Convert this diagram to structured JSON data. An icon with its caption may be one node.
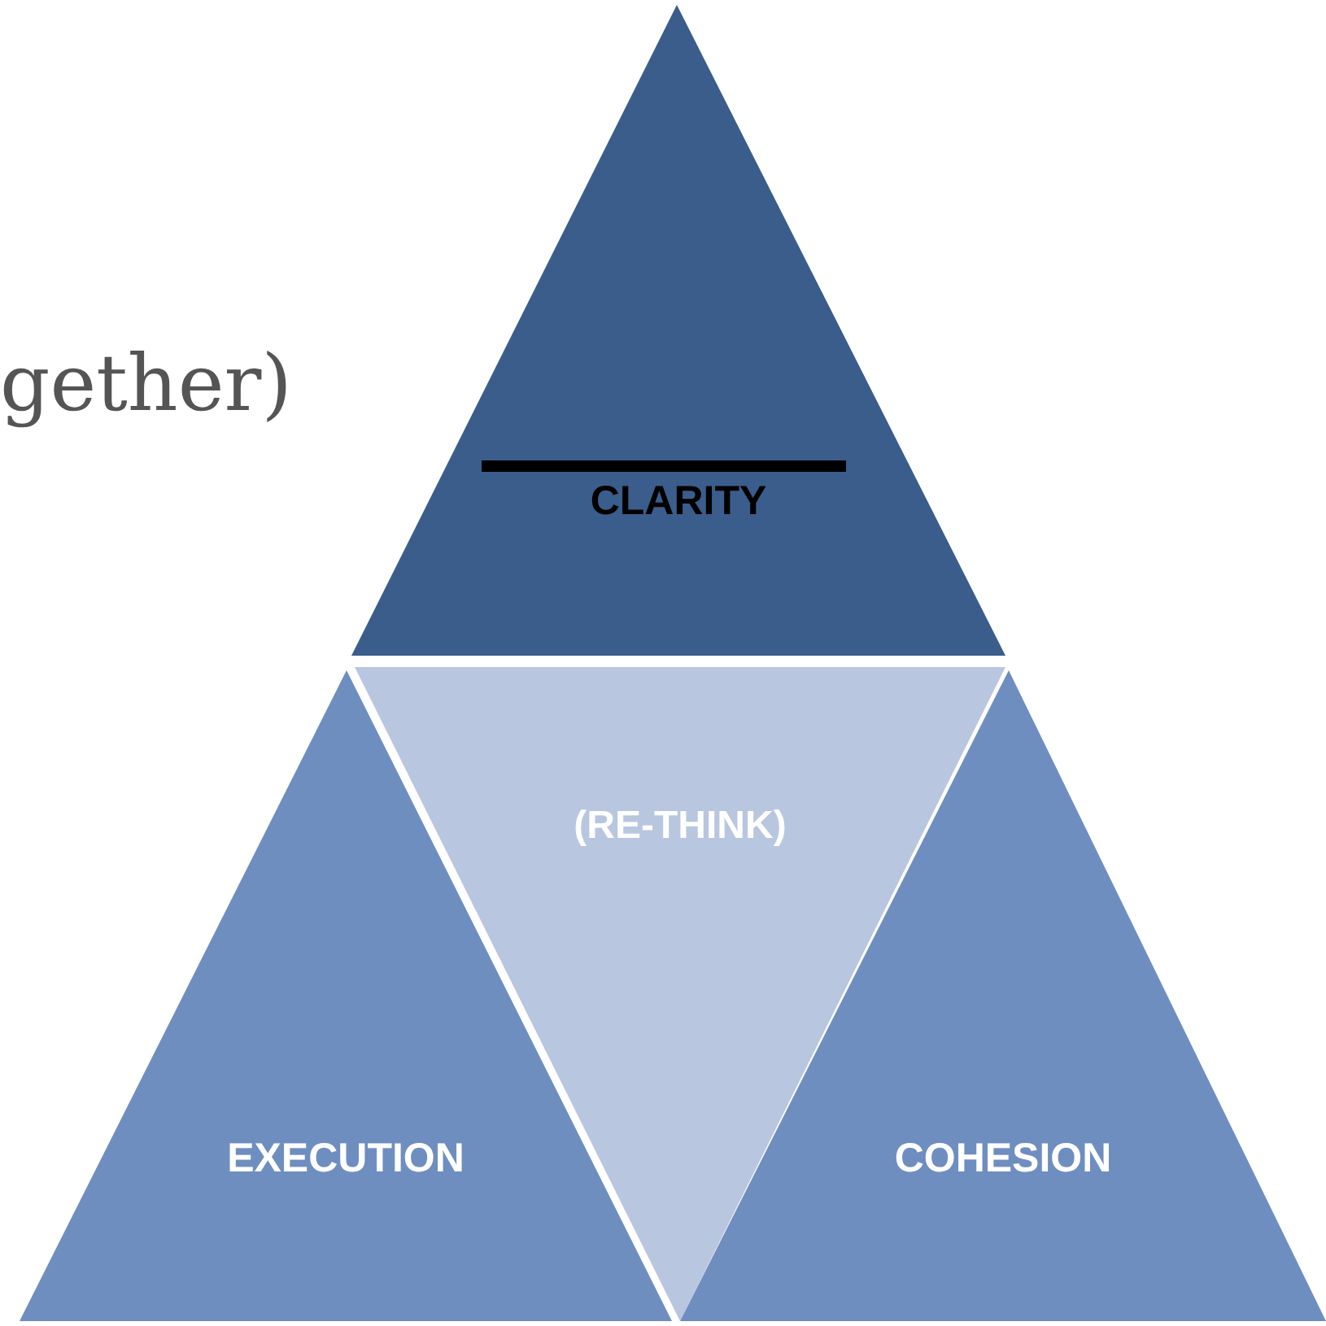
{
  "diagram": {
    "nodes": [
      {
        "text": [
          "CLARITY"
        ]
      },
      {
        "text": [
          "(RE-THINK)"
        ]
      },
      {
        "text": [
          "EXECUTION"
        ]
      },
      {
        "text": [
          "COHESION"
        ]
      }
    ],
    "labels": [
      "gether)"
    ]
  }
}
